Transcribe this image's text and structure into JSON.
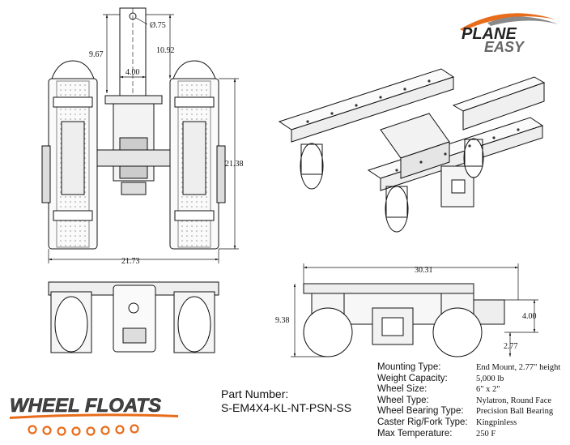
{
  "brand": {
    "plane_easy_line1": "PLANE",
    "plane_easy_line2": "EASY",
    "wheel_floats": "WHEEL FLOATS"
  },
  "dimensions": {
    "pin_diameter": "Ø.75",
    "height_left": "9.67",
    "height_right": "10.92",
    "mount_width": "4.00",
    "overall_length_top": "21.38",
    "overall_width_top": "21.73",
    "overall_length_side": "30.31",
    "overall_height_side": "9.38",
    "mount_height_side": "4.00",
    "mount_offset_side": "2.77"
  },
  "part": {
    "label": "Part Number:",
    "number": "S-EM4X4-KL-NT-PSN-SS"
  },
  "specs": [
    {
      "key": "Mounting Type:",
      "value": "End Mount, 2.77\" height"
    },
    {
      "key": "Weight Capacity:",
      "value": "5,000 lb"
    },
    {
      "key": "Wheel Size:",
      "value": "6\" x 2\""
    },
    {
      "key": "Wheel Type:",
      "value": "Nylatron, Round Face"
    },
    {
      "key": "Wheel Bearing Type:",
      "value": "Precision Ball Bearing"
    },
    {
      "key": "Caster Rig/Fork Type:",
      "value": "Kingpinless"
    },
    {
      "key": "Max Temperature:",
      "value": "250 F"
    }
  ]
}
